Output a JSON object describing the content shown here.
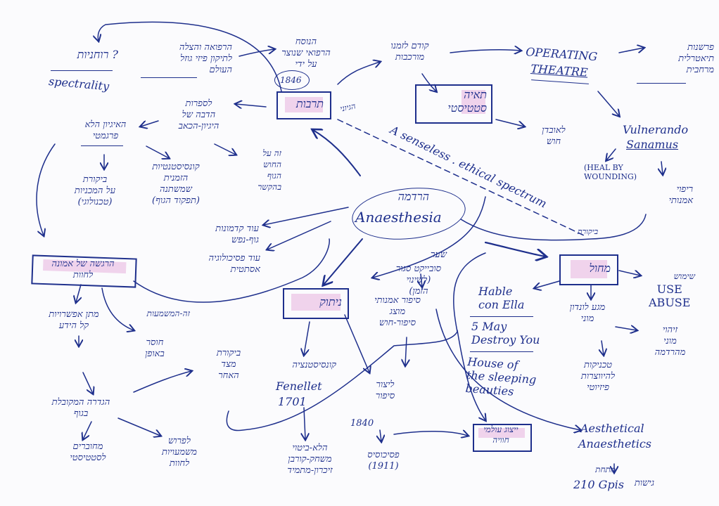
{
  "notes": {
    "spectrality": "spectrality",
    "spectrality_he": "? רוחניות",
    "top_left_he": "הרפואה והצלה\nלתיקון פיזי גוזל\nהעולם",
    "year_1846": "1846",
    "top_center_he": "הנוסח\nהרפואי שנוצר\nעל ידי",
    "top_mid_he": "קודם לזמנו\nמורכבות",
    "operating": "OPERATING",
    "theatre": "THEATRE",
    "top_right_he": "פרשנות\nתיאטרלית\nמרחבית",
    "box_center_he": "תרבות",
    "box_top_mid_he": "תאיה\nסטטיסטי",
    "small_arrow_he": "הגיוני",
    "nonlocal_he": "לאובדן\nחוש",
    "vulnerando": "Vulnerando",
    "sanamus": "Sanamus",
    "heal_by_wounding": "(HEAL BY\nWOUNDING)",
    "right_healing_he": "ריפוי\nאמנותי",
    "left_top_he": "לספרות\nהדבה של\nהיגיון-הכאב",
    "left_mid_he": "האיגיון הלא\nפרגמטי",
    "left_mid2_he": "ביקורת\nעל המכניות\n(טכנולוגי)",
    "mid_cluster_he": "קונסיסטנטיות\nהזמנית\nשמשתנה\n(תפקוד הגוף)",
    "mid_right_small_he": "זה על\nהחוש\nהגוף\nבהקשר",
    "anesthetic_he": "הרדמה",
    "anaesthesia": "Anaesthesia",
    "senseless": "A senseless . ethical spectrum",
    "hyperlinks_he": "עוד קדמונות\nגוף-נפש",
    "second_he": "עוד פסיכולוגיה\nאסתטית",
    "left_box_he": "הרגשה של אמונה\nלחוות",
    "left_sub_he": "מתן אפשרויות\nקל הידע",
    "left_sub2_he": "זה-המשמעות",
    "left_hole_he": "חוסר\nבאופן",
    "left_bottom_he": "הגדרה המקובלת\nבגוף",
    "left_bottom2_he": "מחוברים\nלסטטיסטי",
    "left_bottom3_he": "לפרוש\nמשמעויות\nלחוות",
    "center_bottom_box_he": "ניתוק",
    "center_low_he": "קונסיסטנציה",
    "fenellet": "Fenellet",
    "year_1701": "1701",
    "mid_low_he": "סיפור אמנותי\nמוצג\nסיפור-חוש",
    "bottom_center_he": "הלא-ביטוי\nמשחק-קורבן\nזיכרון-מתמיד",
    "mid_center_he": "ביקורת\nמצד\nהאחר",
    "mid_right_he": "סובייקט סגור\n(לשינוי\nהזמן)",
    "mid_right2_he": "שער",
    "year_1840": "1840",
    "center_box2_he": "ליצור\nסיפור",
    "center_bottom_he": "פסיכוסיס\n(1911)",
    "talk": "Hable\ncon Ella",
    "may": "5 May\nDestroy You",
    "sleeping": "House of\nthe sleeping\nbeauties",
    "box_right_he": "מחול",
    "right_col_he": "מגע לונדון\nמוני",
    "use_abuse": "USE\nABUSE",
    "use_abuse_he": "שימוש",
    "right_bottom_he": "זיהוי\nמוני\nמהרדמה",
    "right_mid_he": "טכניקות\nלהיווצרות\nפיזיוטי",
    "aesthetical": "Aesthetical",
    "anaesthetics": "Anaesthetics",
    "bottom_right_he": "גישות",
    "bottom_right2": "210 Gpis",
    "bottom_box_he": "ייצוג עולמי\nחוויה",
    "bottom_right_sub_he": "מתחת",
    "upper_right_small_he": "ביקורת"
  }
}
